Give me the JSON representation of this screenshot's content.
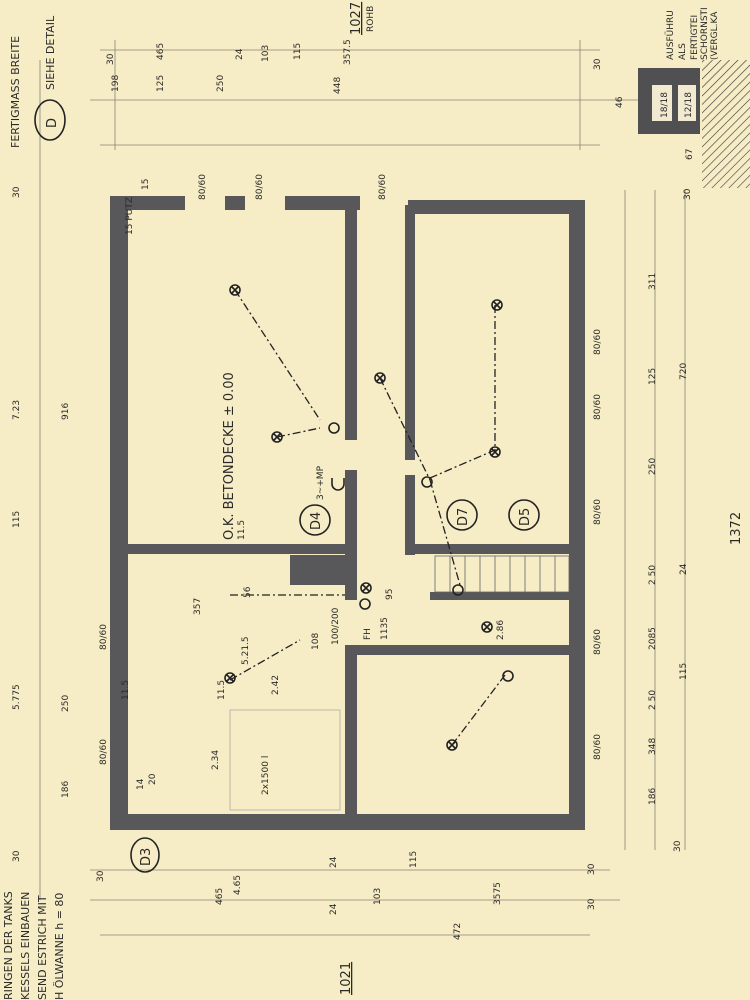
{
  "notes": {
    "fertigmass": "FERTIGMASS BREITE",
    "siehe": "SIEHE DETAIL",
    "detail_d": "D",
    "tanks": "RINGEN DER TANKS",
    "kessels": "KESSELS EINBAUEN",
    "estrich": "SEND ESTRICH MIT",
    "oelwanne": "H   ÖLWANNE h = 80",
    "ausfuehrung": "AUSFÜHRU",
    "als": "ALS",
    "fertigteil": "FERTIGTEI",
    "schornstein": "SCHORNSTI",
    "vergl": "(VERGL.KA",
    "rohbau": "ROHB"
  },
  "levels": {
    "top": "1027",
    "bottom": "1021",
    "betondecke": "O.K. BETONDECKE  ± 0.00",
    "putz": "15 PUTZ"
  },
  "chimney": {
    "flue1": "18/18",
    "flue2": "12/18"
  },
  "markers": {
    "d4": "D4",
    "d7": "D7",
    "d5": "D5",
    "d3": "D3"
  },
  "room_labels": {
    "socket": "3~+MP",
    "fh": "FH",
    "door": "100/200",
    "tank": "2x1500 l",
    "d108": "108"
  },
  "dims": {
    "left_outer": [
      "30",
      "7.23",
      "115",
      "5.775",
      "30"
    ],
    "left_row2": [
      "916",
      "250",
      "186"
    ],
    "top_a": [
      "30",
      "465",
      "24",
      "103",
      "115",
      "357.5"
    ],
    "top_b": [
      "198",
      "125",
      "250",
      "448",
      "30",
      "46",
      "67"
    ],
    "bottom_a": [
      "30",
      "4.65",
      "24",
      "115",
      "3575",
      "30"
    ],
    "bottom_b": [
      "465",
      "24",
      "103",
      "472",
      "30"
    ],
    "right": [
      "311",
      "125",
      "250",
      "2 50",
      "2085",
      "24",
      "115",
      "2 50",
      "348",
      "186",
      "30",
      "30"
    ],
    "right_total": [
      "720",
      "1372"
    ],
    "openings": [
      "80/60",
      "80/60",
      "80/60",
      "80/60",
      "80/60",
      "80/60",
      "80/60",
      "80/60",
      "80/60",
      "80/60"
    ],
    "inner": [
      "357",
      "5.21.5",
      "2.42",
      "2.34",
      "11.5",
      "11.5",
      "56",
      "95",
      "1135",
      "2.86",
      "14",
      "20",
      "11.5",
      "15"
    ]
  }
}
